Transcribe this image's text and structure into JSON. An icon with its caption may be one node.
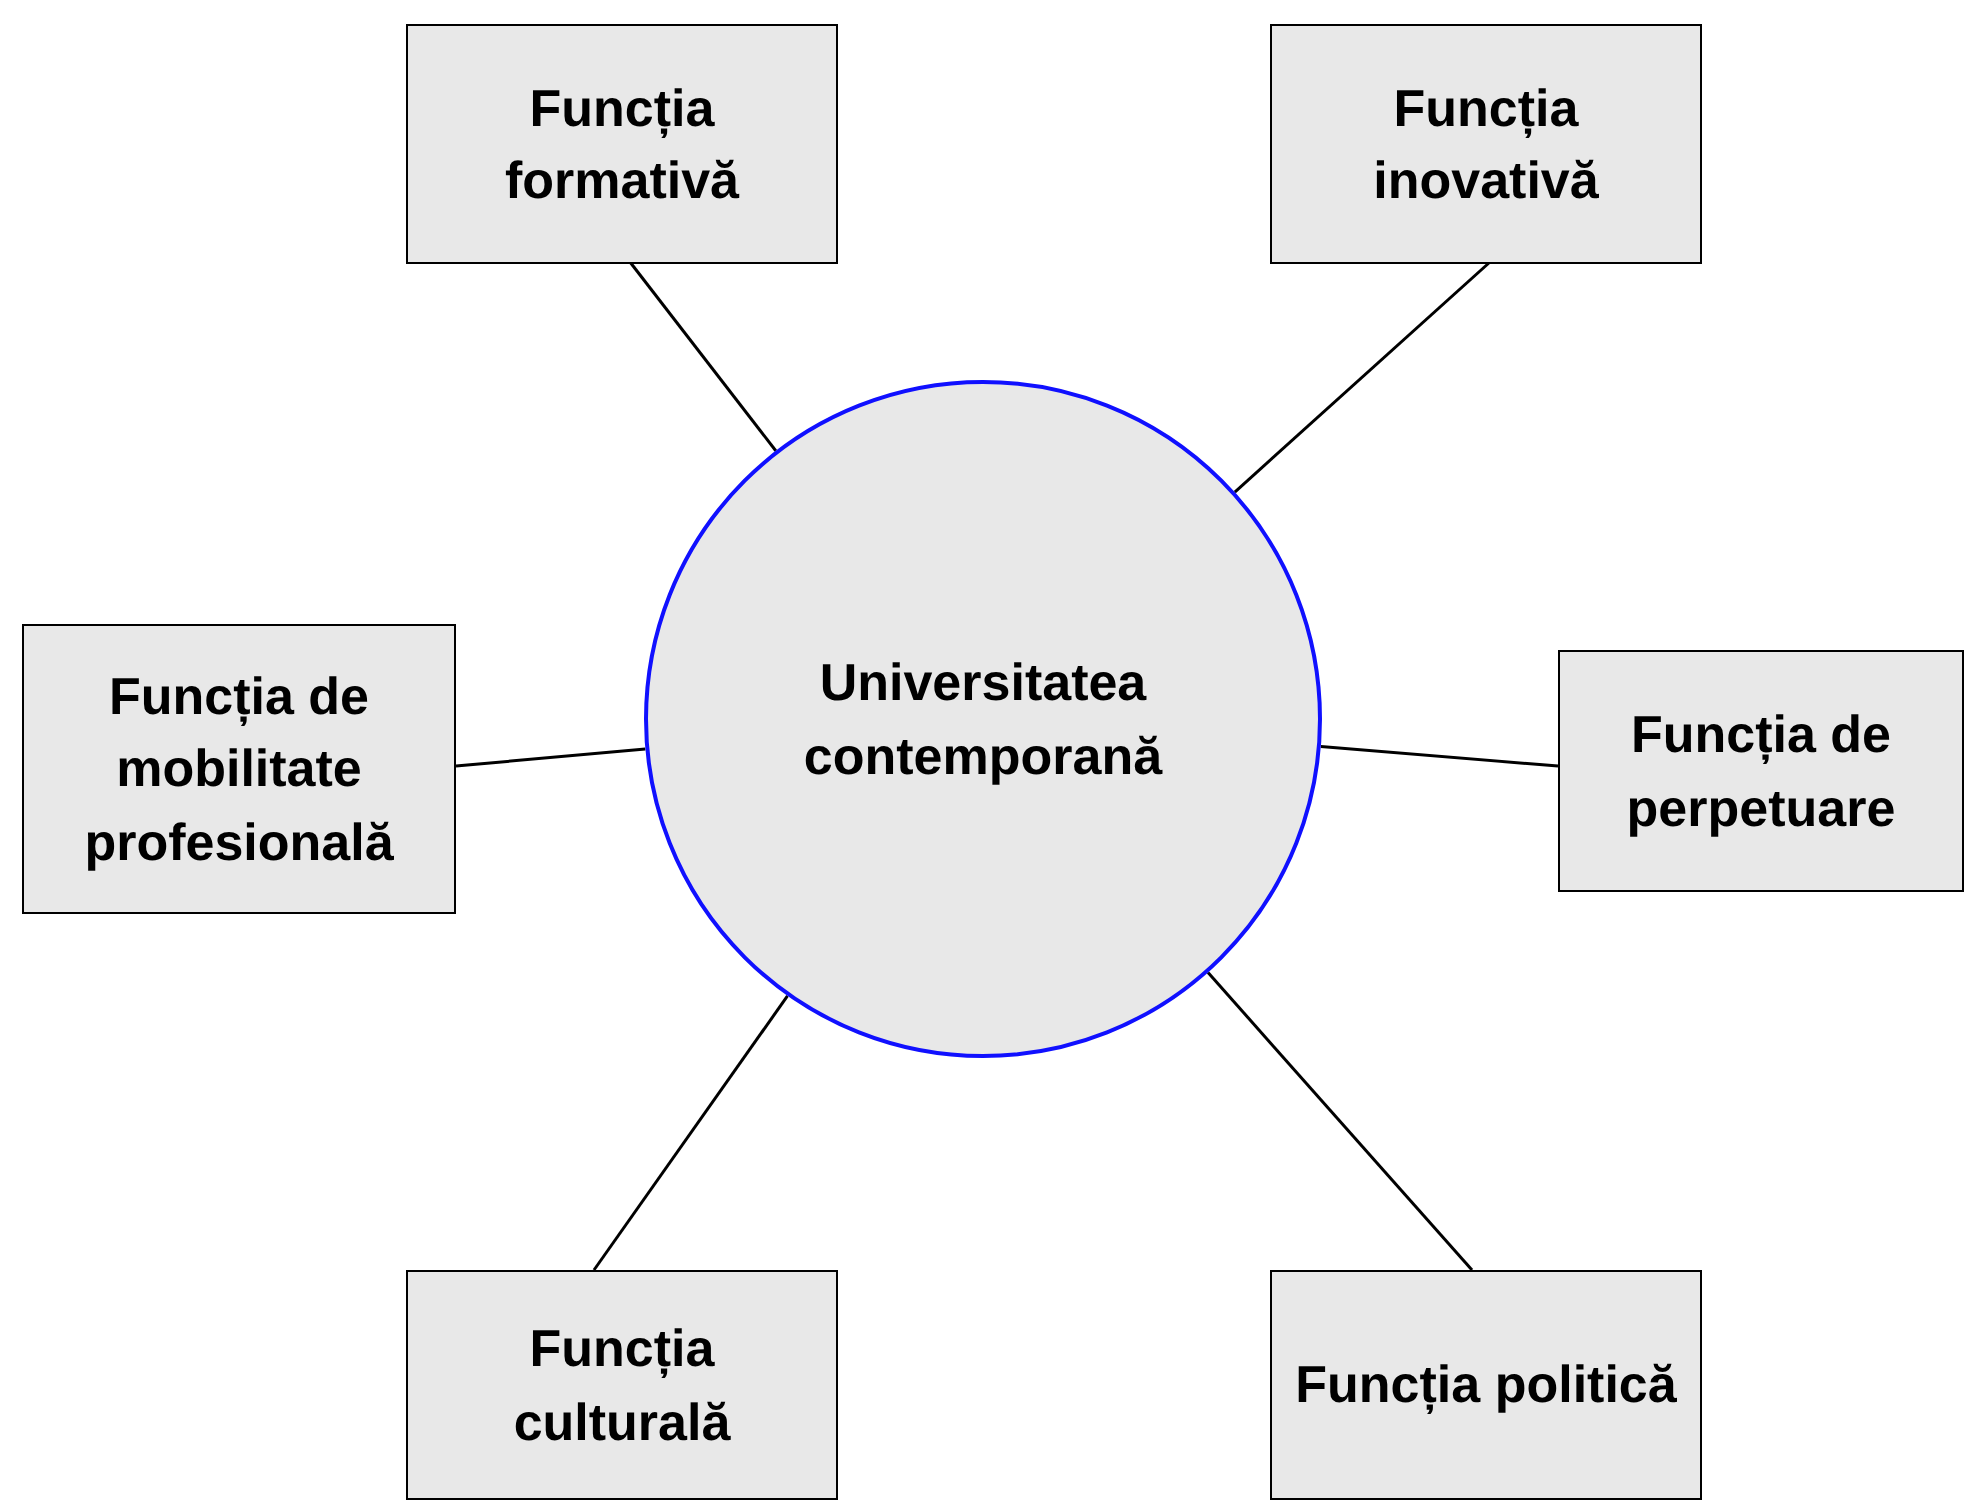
{
  "diagram": {
    "nodes": [
      {
        "text": [
          "Funcția formativă"
        ]
      },
      {
        "text": [
          "Funcția inovativă"
        ]
      },
      {
        "text": [
          "Funcția de mobilitate profesională"
        ]
      },
      {
        "text": [
          "Universitatea contemporană"
        ]
      },
      {
        "text": [
          "Funcția de perpetuare"
        ]
      },
      {
        "text": [
          "Funcția culturală"
        ]
      },
      {
        "text": [
          "Funcția politică"
        ]
      }
    ],
    "edges": [
      {
        "from": 3,
        "to": 0,
        "arrow": "none"
      },
      {
        "from": 3,
        "to": 1,
        "arrow": "none"
      },
      {
        "from": 3,
        "to": 2,
        "arrow": "none"
      },
      {
        "from": 3,
        "to": 4,
        "arrow": "none"
      },
      {
        "from": 3,
        "to": 5,
        "arrow": "none"
      },
      {
        "from": 3,
        "to": 6,
        "arrow": "none"
      }
    ]
  }
}
